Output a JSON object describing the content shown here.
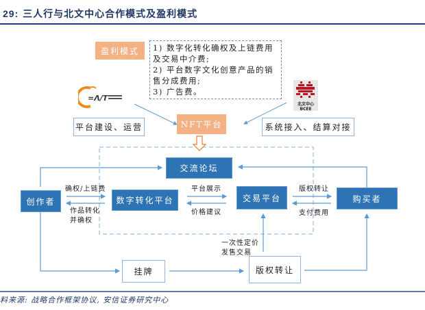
{
  "figure": {
    "number": "29:",
    "title": "三人行与北文中心合作模式及盈利模式"
  },
  "nodes": {
    "profit_model": "盈利模式",
    "nft_platform": "NFT平台",
    "platform_build": "平台建设、运营",
    "system_access": "系统接入、结算对接",
    "forum": "交流论坛",
    "creator": "创作者",
    "digitize_platform": "数字转化平台",
    "trade_platform": "交易平台",
    "buyer": "购买者",
    "listing": "挂牌",
    "copyright_transfer": "版权转让"
  },
  "profit_note": [
    "1) 数字化转化确权及上链费用",
    "及交易中介费;",
    "2) 平台数字文化创意产品的销",
    "售分成费用;",
    "3) 广告费。"
  ],
  "edge_labels": {
    "confirm_fee": "确权/上链费",
    "work_convert": "作品转化\n并确权",
    "platform_show": "平台展示",
    "price_suggest": "价格建议",
    "copyright_transfer": "版权转让",
    "payment": "支付费用",
    "one_time": "一次性定价\n发售交易"
  },
  "logos": {
    "sanrenxing": "三人行",
    "bcee_cn": "北文中心",
    "bcee_en": "BCEE"
  },
  "source": "料来源: 战略合作框架协议, 安信证券研究中心",
  "colors": {
    "blue_box": "#2e74b5",
    "orange_box": "#f4b183",
    "line": "#5b9bd5",
    "title": "#1f3864"
  }
}
